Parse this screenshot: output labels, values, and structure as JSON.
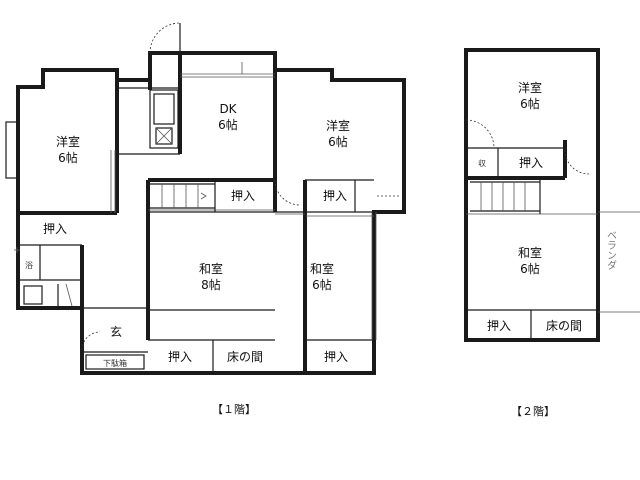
{
  "floor1": {
    "caption": "【１階】",
    "rooms": {
      "west_yoshitsu": {
        "name": "洋室",
        "size": "6帖"
      },
      "dk": {
        "name": "DK",
        "size": "6帖"
      },
      "east_yoshitsu": {
        "name": "洋室",
        "size": "6帖"
      },
      "washitsu_8": {
        "name": "和室",
        "size": "8帖"
      },
      "washitsu_6": {
        "name": "和室",
        "size": "6帖"
      },
      "genkan": {
        "name": "玄"
      }
    },
    "closets": {
      "west": "押入",
      "stair": "押入",
      "east": "押入",
      "bottom_left": "押入",
      "bottom_right": "押入"
    },
    "tokonoma": "床の間",
    "shoe_box": "下駄箱",
    "bath_mark": "浴"
  },
  "floor2": {
    "caption": "【２階】",
    "rooms": {
      "yoshitsu": {
        "name": "洋室",
        "size": "6帖"
      },
      "washitsu": {
        "name": "和室",
        "size": "6帖"
      }
    },
    "closets": {
      "upper": "押入",
      "lower": "押入"
    },
    "storage": "収",
    "tokonoma": "床の間",
    "veranda": "ベランダ"
  }
}
